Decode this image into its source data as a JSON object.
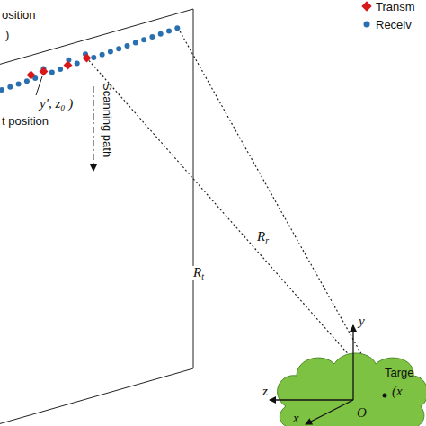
{
  "diagram": {
    "labels": [
      "osition",
      ")",
      "y′, z₀ )",
      "t position",
      "Scanning path",
      "Rr",
      "Rt",
      "y",
      "z",
      "x",
      "O",
      "Targe",
      "(x"
    ],
    "legend": [
      {
        "text": "Transm"
      },
      {
        "text": "Receiv"
      }
    ]
  }
}
